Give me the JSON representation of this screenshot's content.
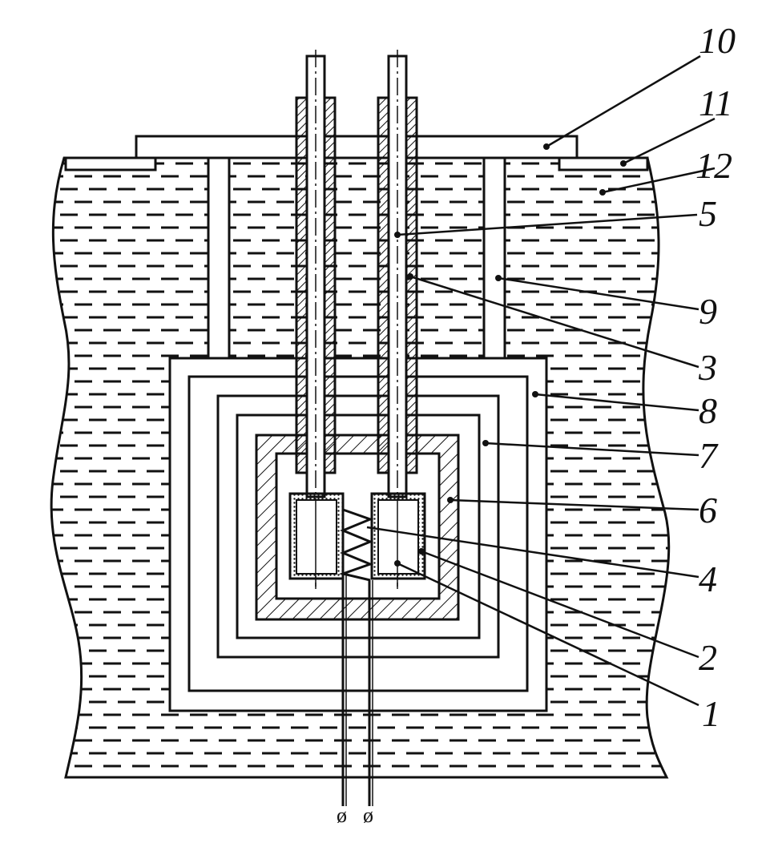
{
  "diagram": {
    "colors": {
      "ink": "#111111",
      "paper": "#ffffff"
    },
    "callouts": [
      {
        "id": "10",
        "label": "10"
      },
      {
        "id": "11",
        "label": "11"
      },
      {
        "id": "12",
        "label": "12"
      },
      {
        "id": "5",
        "label": "5"
      },
      {
        "id": "9",
        "label": "9"
      },
      {
        "id": "3",
        "label": "3"
      },
      {
        "id": "8",
        "label": "8"
      },
      {
        "id": "7",
        "label": "7"
      },
      {
        "id": "6",
        "label": "6"
      },
      {
        "id": "4",
        "label": "4"
      },
      {
        "id": "2",
        "label": "2"
      },
      {
        "id": "1",
        "label": "1"
      }
    ],
    "terminal_symbol": "ø"
  }
}
